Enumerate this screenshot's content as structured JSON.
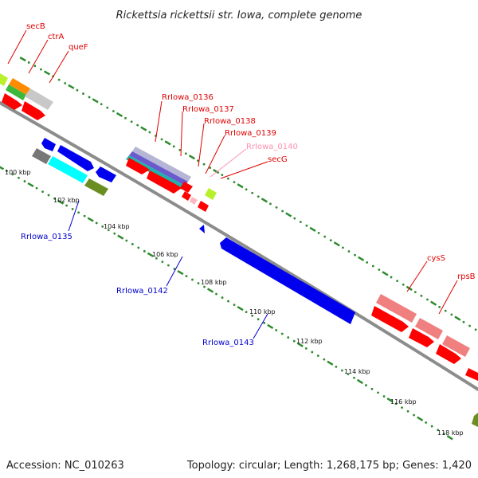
{
  "title": "Rickettsia rickettsii str. Iowa, complete genome",
  "footer": {
    "accession": "Accession: NC_010263",
    "summary": "Topology: circular; Length: 1,268,175 bp; Genes: 1,420"
  },
  "colors": {
    "backbone": "#8c8c8c",
    "tick": "#2e8b2e",
    "forward_cds": "#ff0000",
    "reverse_cds": "#0000ee",
    "label_forward": "#e00000",
    "label_reverse": "#0000cc",
    "label_pseudo": "#ff8fb0"
  },
  "ticks": [
    "100 kbp",
    "102 kbp",
    "104 kbp",
    "106 kbp",
    "108 kbp",
    "110 kbp",
    "112 kbp",
    "114 kbp",
    "116 kbp",
    "118 kbp"
  ],
  "gene_labels": [
    {
      "name": "secB",
      "strand": "forward"
    },
    {
      "name": "ctrA",
      "strand": "forward"
    },
    {
      "name": "queF",
      "strand": "forward"
    },
    {
      "name": "RrIowa_0136",
      "strand": "forward"
    },
    {
      "name": "RrIowa_0137",
      "strand": "forward"
    },
    {
      "name": "RrIowa_0138",
      "strand": "forward"
    },
    {
      "name": "RrIowa_0139",
      "strand": "forward"
    },
    {
      "name": "RrIowa_0140",
      "strand": "pseudo"
    },
    {
      "name": "secG",
      "strand": "forward"
    },
    {
      "name": "cysS",
      "strand": "forward"
    },
    {
      "name": "rpsB",
      "strand": "forward"
    },
    {
      "name": "RrIowa_0135",
      "strand": "reverse"
    },
    {
      "name": "RrIowa_0142",
      "strand": "reverse"
    },
    {
      "name": "RrIowa_0143",
      "strand": "reverse"
    }
  ]
}
